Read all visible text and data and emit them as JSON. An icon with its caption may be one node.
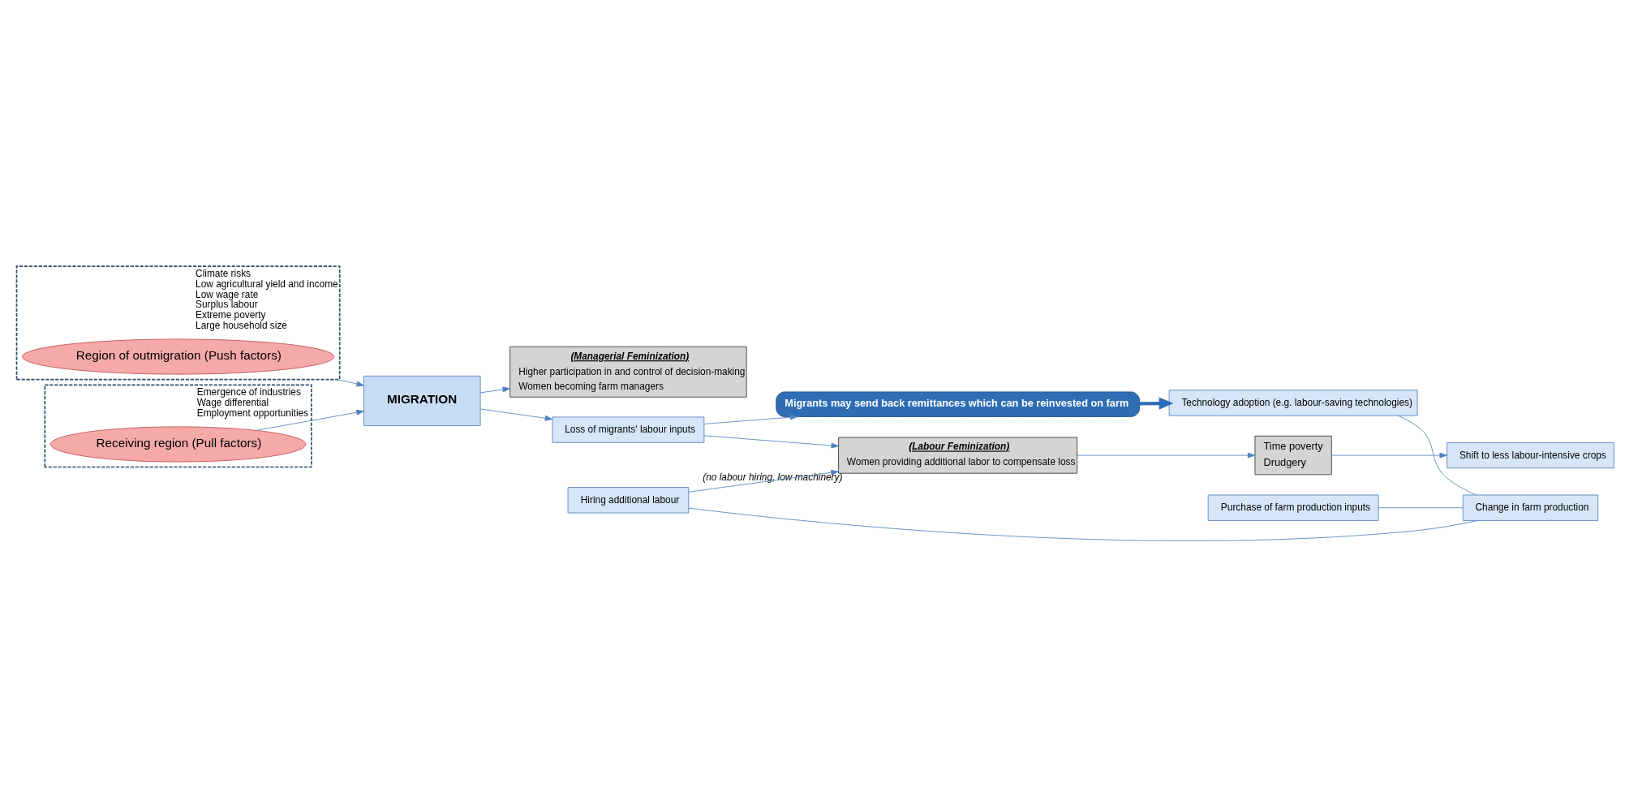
{
  "diagram": {
    "nodes": [
      {
        "text": [
          "Climate risks",
          "Low agricultural yield and income",
          "Low wage rate",
          "Surplus labour",
          "Extreme poverty",
          "Large household size"
        ]
      },
      {
        "text": [
          "Region of outmigration (Push factors)"
        ],
        "in": 0
      },
      {
        "text": [
          "MIGRATION"
        ]
      },
      {
        "text": [
          "Emergence of industries",
          "Wage differential",
          "Employment opportunities"
        ]
      },
      {
        "text": [
          "Receiving region (Pull factors)"
        ],
        "in": 3
      },
      {
        "text": [
          "Loss of migrants' labour inputs"
        ]
      },
      {
        "text": [
          "Migrants may send back remittances which can be reinvested on farm"
        ]
      },
      {
        "text": [
          "Technology adoption (e.g. labour-saving technologies)"
        ]
      },
      {
        "text": [
          "Purchase of farm production inputs"
        ]
      },
      {
        "text": [
          "Hiring additional labour"
        ]
      },
      {
        "text": [
          "Change in farm production"
        ]
      },
      {
        "text": [
          "(Labour Feminization)",
          "Women providing additional labor to compensate loss"
        ],
        "beside": [
          "(no labour hiring, low machinery)"
        ]
      },
      {
        "text": [
          "(Managerial Feminization)",
          "Higher participation in and control of decision-making",
          "Women becoming farm managers"
        ]
      },
      {
        "text": [
          "Time poverty",
          "Drudgery"
        ]
      },
      {
        "text": [
          "Shift to less labour-intensive crops"
        ]
      }
    ],
    "edges": [
      {
        "from": 0,
        "to": 2,
        "arrow": "to"
      },
      {
        "from": 4,
        "to": 2,
        "arrow": "to"
      },
      {
        "from": 2,
        "to": 5,
        "arrow": "to"
      },
      {
        "from": 2,
        "to": 12,
        "arrow": "to"
      },
      {
        "from": 5,
        "to": 6,
        "arrow": "to"
      },
      {
        "from": 5,
        "to": 11,
        "arrow": "to"
      },
      {
        "from": 6,
        "to": 7,
        "arrow": "to",
        "style": "thick",
        "color": "#2e6db4"
      },
      {
        "from": 7,
        "to": 10,
        "arrow": "none"
      },
      {
        "from": 8,
        "to": 10,
        "arrow": "none"
      },
      {
        "from": 9,
        "to": 10,
        "arrow": "none"
      },
      {
        "from": 9,
        "to": 11,
        "arrow": "to"
      },
      {
        "from": 11,
        "to": 13,
        "arrow": "to"
      },
      {
        "from": 13,
        "to": 14,
        "arrow": "to"
      }
    ]
  }
}
